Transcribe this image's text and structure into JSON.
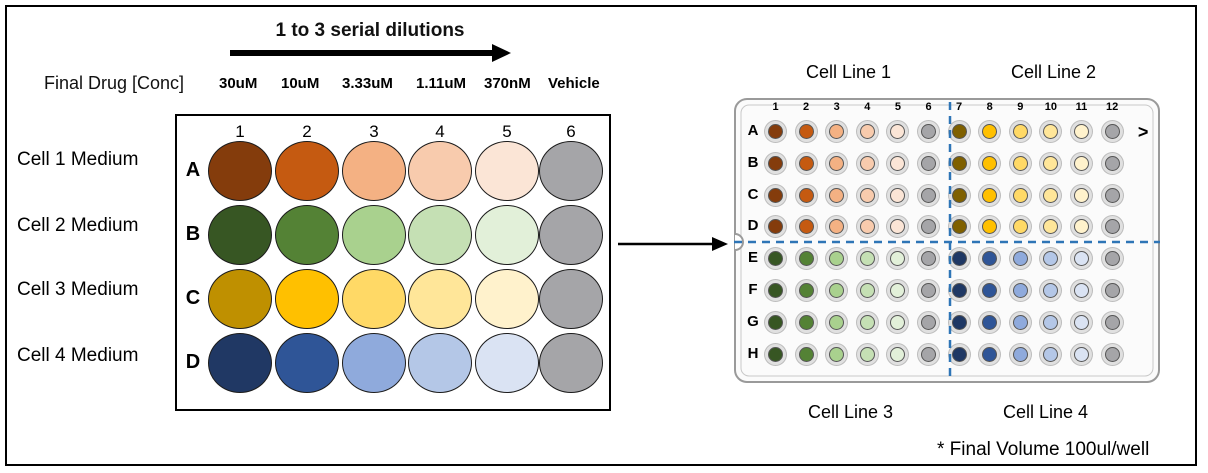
{
  "dilution": {
    "title": "1 to 3 serial dilutions",
    "conc_label": "Final Drug [Conc]",
    "concentrations": [
      "30uM",
      "10uM",
      "3.33uM",
      "1.11uM",
      "370nM",
      "Vehicle"
    ]
  },
  "plate24": {
    "columns": [
      "1",
      "2",
      "3",
      "4",
      "5",
      "6"
    ],
    "rows": [
      {
        "letter": "A",
        "medium": "Cell 1 Medium",
        "colors": [
          "#843c0c",
          "#c55a11",
          "#f4b183",
          "#f8cbad",
          "#fbe5d6",
          "#a5a5a8"
        ]
      },
      {
        "letter": "B",
        "medium": "Cell 2 Medium",
        "colors": [
          "#375623",
          "#548235",
          "#a9d18e",
          "#c5e0b4",
          "#e2f0d9",
          "#a5a5a8"
        ]
      },
      {
        "letter": "C",
        "medium": "Cell 3 Medium",
        "colors": [
          "#bf9000",
          "#ffc000",
          "#ffd966",
          "#ffe699",
          "#fff2cc",
          "#a5a5a8"
        ]
      },
      {
        "letter": "D",
        "medium": "Cell 4 Medium",
        "colors": [
          "#203864",
          "#2f5597",
          "#8faadc",
          "#b4c7e7",
          "#dae3f3",
          "#a5a5a8"
        ]
      }
    ]
  },
  "plate96": {
    "columns": [
      "1",
      "2",
      "3",
      "4",
      "5",
      "6",
      "7",
      "8",
      "9",
      "10",
      "11",
      "12"
    ],
    "rows": [
      "A",
      "B",
      "C",
      "D",
      "E",
      "F",
      "G",
      "H"
    ],
    "orientation_mark": ">",
    "cell_lines": [
      "Cell Line 1",
      "Cell Line 2",
      "Cell Line 3",
      "Cell Line 4"
    ],
    "quadrant_colors": {
      "line1": [
        "#843c0c",
        "#c55a11",
        "#f4b183",
        "#f8cbad",
        "#fbe5d6",
        "#a5a5a8"
      ],
      "line2": [
        "#7f6000",
        "#ffc000",
        "#ffd966",
        "#ffe699",
        "#fff2cc",
        "#a5a5a8"
      ],
      "line3": [
        "#375623",
        "#548235",
        "#a9d18e",
        "#c5e0b4",
        "#e2f0d9",
        "#a5a5a8"
      ],
      "line4": [
        "#1f3864",
        "#2f5597",
        "#8faadc",
        "#b4c7e7",
        "#dae3f3",
        "#a5a5a8"
      ]
    },
    "divider_color": "#2e75b6"
  },
  "footnote": "* Final Volume 100ul/well"
}
